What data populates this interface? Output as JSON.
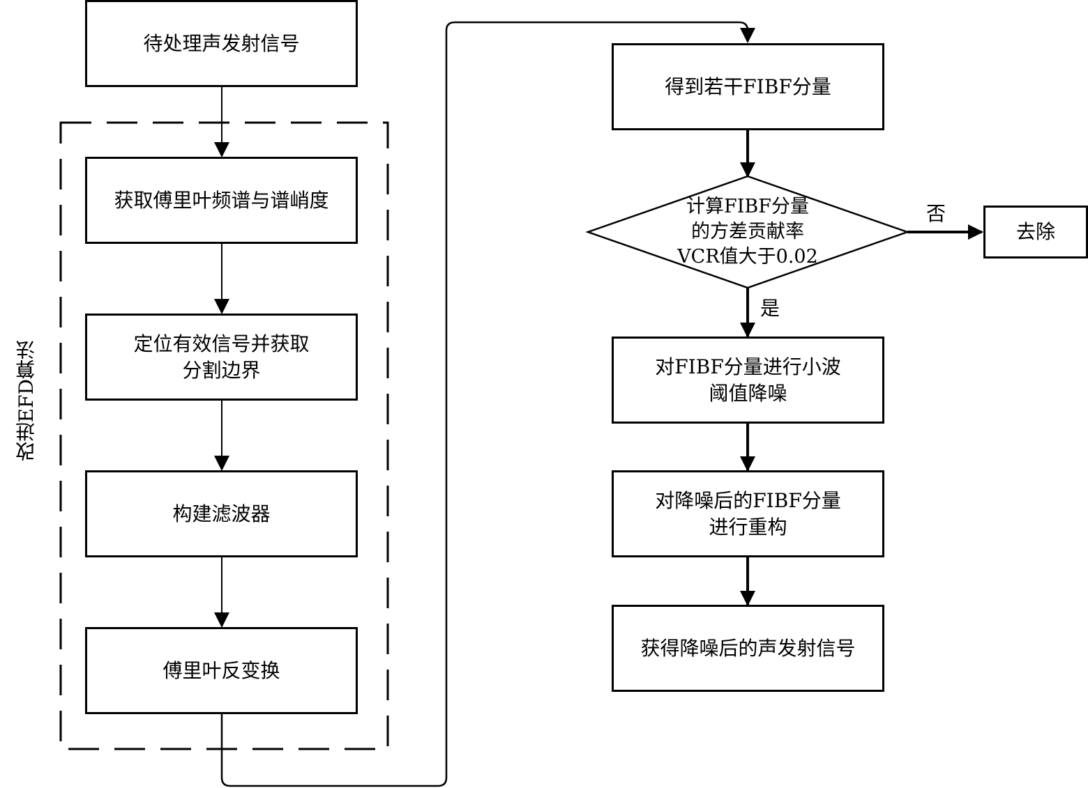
{
  "group": {
    "label": "改进EFD算法"
  },
  "nodes": {
    "input": {
      "lines": [
        "待处理声发射信号"
      ]
    },
    "spectrum": {
      "lines": [
        "获取傅里叶频谱与谱峭度"
      ]
    },
    "locate": {
      "lines": [
        "定位有效信号并获取",
        "分割边界"
      ]
    },
    "filter": {
      "lines": [
        "构建滤波器"
      ]
    },
    "ifft": {
      "lines": [
        "傅里叶反变换"
      ]
    },
    "fibf": {
      "lines": [
        "得到若干FIBF分量"
      ]
    },
    "decision": {
      "lines": [
        "计算FIBF分量",
        "的方差贡献率",
        "VCR值大于0.02"
      ]
    },
    "remove": {
      "lines": [
        "去除"
      ]
    },
    "denoise": {
      "lines": [
        "对FIBF分量进行小波",
        "阈值降噪"
      ]
    },
    "reconstruct": {
      "lines": [
        "对降噪后的FIBF分量",
        "进行重构"
      ]
    },
    "output": {
      "lines": [
        "获得降噪后的声发射信号"
      ]
    }
  },
  "edges": {
    "yes_label": "是",
    "no_label": "否"
  }
}
